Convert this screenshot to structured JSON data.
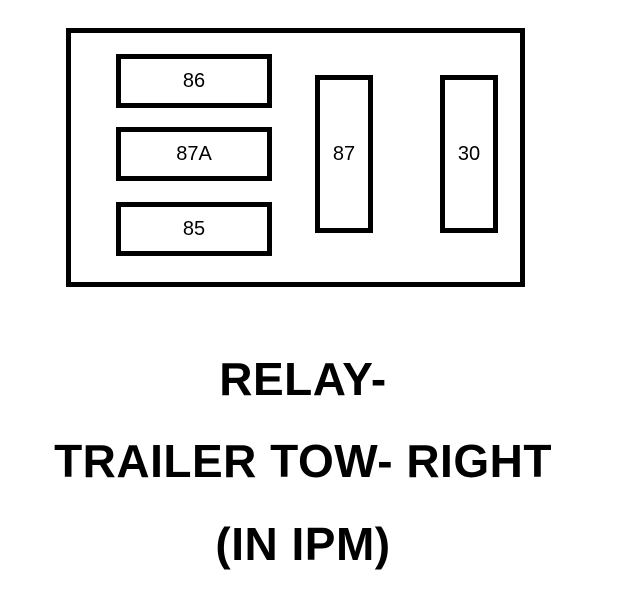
{
  "relay": {
    "pins": {
      "pin_86": "86",
      "pin_87a": "87A",
      "pin_85": "85",
      "pin_87": "87",
      "pin_30": "30"
    }
  },
  "caption": {
    "line1": "RELAY-",
    "line2": "TRAILER TOW- RIGHT",
    "line3": "(IN IPM)"
  }
}
